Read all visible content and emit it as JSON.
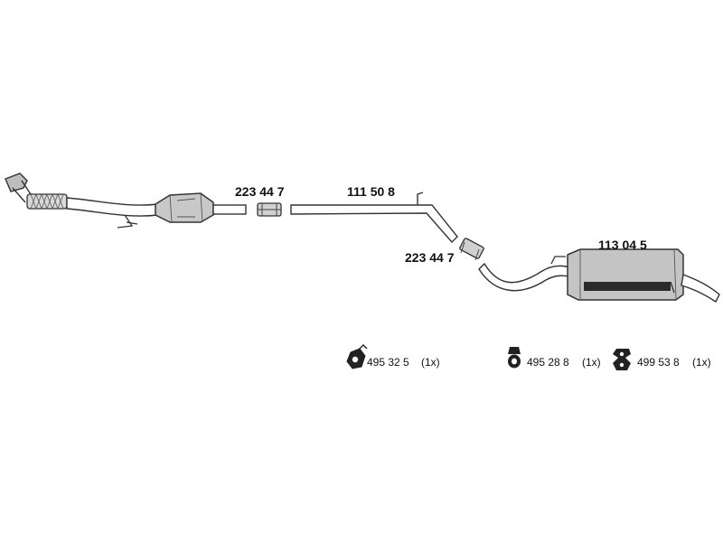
{
  "parts": {
    "front_clamp": "223 44 7",
    "middle_pipe": "111 50 8",
    "rear_clamp": "223 44 7",
    "rear_silencer": "113 04 5"
  },
  "hardware": [
    {
      "number": "495 32 5",
      "qty": "(1x)",
      "icon": "rubber-hanger-icon"
    },
    {
      "number": "495 28 8",
      "qty": "(1x)",
      "icon": "hanger-ring-icon"
    },
    {
      "number": "499 53 8",
      "qty": "(1x)",
      "icon": "rubber-mount-icon"
    }
  ],
  "colors": {
    "line": "#333333",
    "pipe_fill": "#ffffff",
    "metal_gray": "#c8c8c8",
    "dark_band": "#2a2a2a",
    "text": "#111111"
  }
}
